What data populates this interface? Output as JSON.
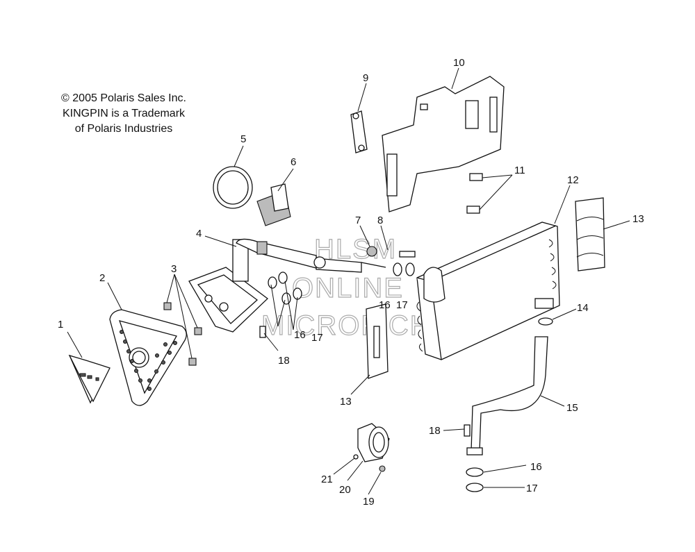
{
  "copyright": {
    "line1": "© 2005 Polaris Sales Inc.",
    "line2": "KINGPIN is a Trademark",
    "line3": "of Polaris Industries"
  },
  "watermark": {
    "line1": "HLSM",
    "line2": "ONLINE",
    "line3": "MICROFICHE"
  },
  "callouts": [
    "1",
    "2",
    "3",
    "4",
    "5",
    "6",
    "7",
    "8",
    "9",
    "10",
    "11",
    "12",
    "13",
    "13",
    "14",
    "15",
    "16",
    "17",
    "16",
    "17",
    "18",
    "18",
    "16",
    "17",
    "19",
    "20",
    "21"
  ]
}
